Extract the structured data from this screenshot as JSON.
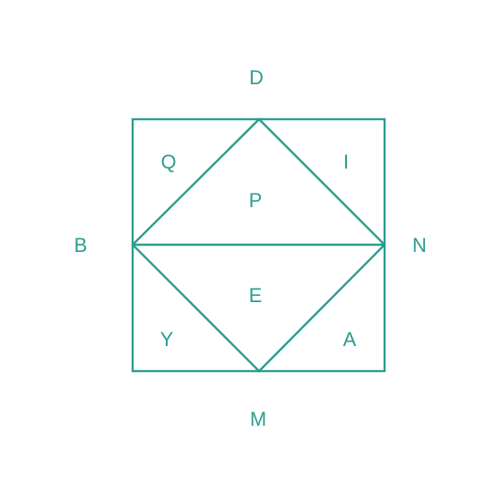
{
  "style": {
    "stroke_color": "#2a9d8f",
    "label_color": "#2a9d8f",
    "background": "#ffffff"
  },
  "labels": {
    "vertex_top": "D",
    "vertex_left": "B",
    "vertex_right": "N",
    "vertex_bottom": "M",
    "region_top_left": "Q",
    "region_top_right": "I",
    "region_upper_triangle": "P",
    "region_lower_triangle": "E",
    "region_bottom_left": "Y",
    "region_bottom_right": "A"
  }
}
